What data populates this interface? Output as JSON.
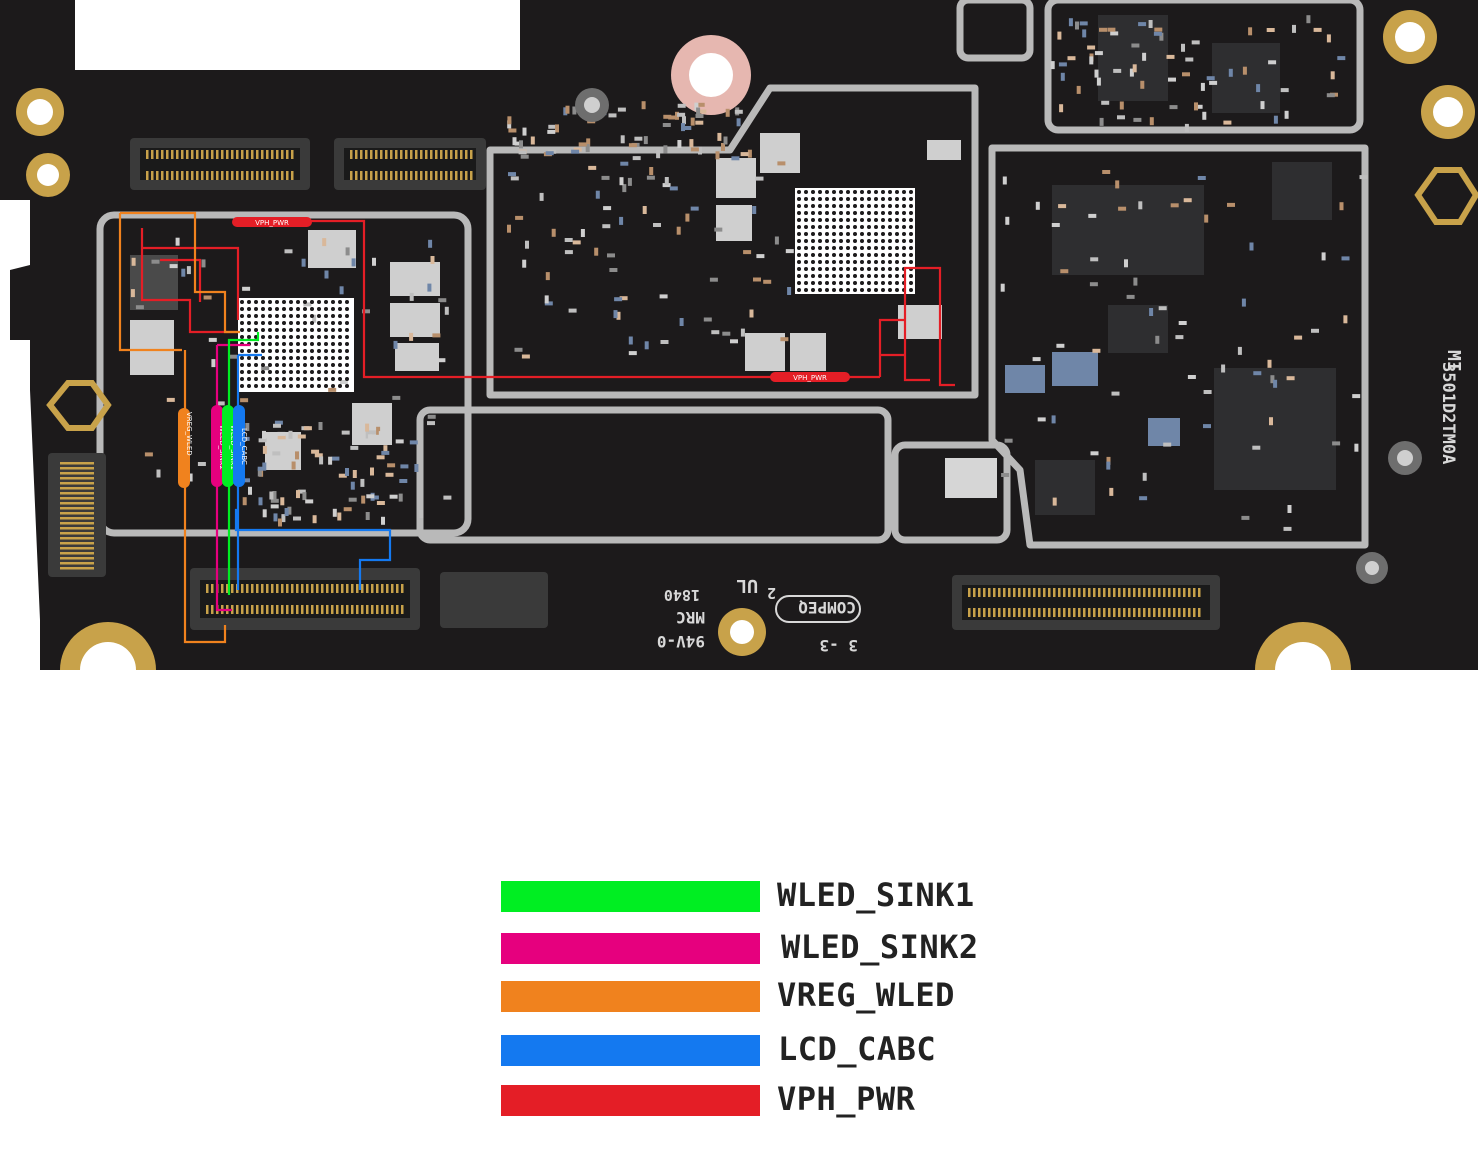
{
  "legend": {
    "items": [
      {
        "label": "WLED_SINK1",
        "color": "#00ee22"
      },
      {
        "label": "WLED_SINK2",
        "color": "#e6007e"
      },
      {
        "label": "VREG_WLED",
        "color": "#f0821e"
      },
      {
        "label": "LCD_CABC",
        "color": "#1479f0"
      },
      {
        "label": "VPH_PWR",
        "color": "#e41e26"
      }
    ]
  },
  "board": {
    "trace_labels": {
      "vph_pwr_top": "VPH_PWR",
      "vph_pwr_mid": "VPH_PWR",
      "vreg_wled": "VREG_WLED",
      "wled_sink2": "WLED_SINK2",
      "wled_sink1": "WLED_SINK1",
      "lcd_cabc": "LCD_CABC"
    },
    "silkscreen": {
      "board_id": "3501D2TM0A",
      "compeq": "COMPEQ",
      "mrc": "MRC",
      "rating": "94V-0",
      "date": "1840",
      "layer": "3 -3",
      "layer_num": "2",
      "ul": "UL",
      "brand": "MI"
    },
    "colors": {
      "pcb": "#1c1a1b",
      "shield": "#b9b9b9",
      "gold_pad": "#c8a24a"
    }
  }
}
